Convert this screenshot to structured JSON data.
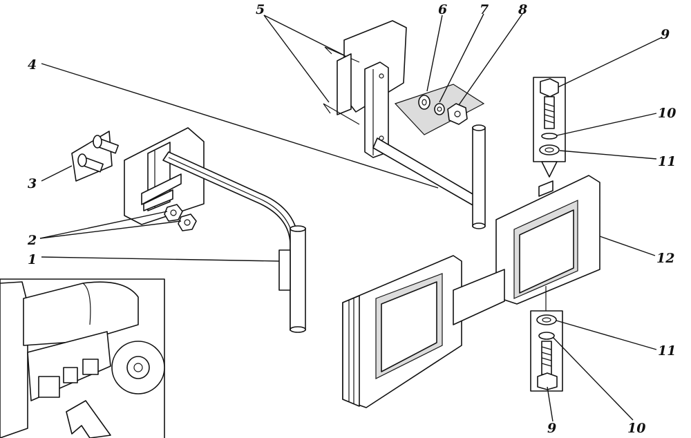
{
  "callouts": [
    {
      "id": "c1",
      "label": "1"
    },
    {
      "id": "c2",
      "label": "2"
    },
    {
      "id": "c3",
      "label": "3"
    },
    {
      "id": "c4",
      "label": "4"
    },
    {
      "id": "c5",
      "label": "5"
    },
    {
      "id": "c6",
      "label": "6"
    },
    {
      "id": "c7",
      "label": "7"
    },
    {
      "id": "c8",
      "label": "8"
    },
    {
      "id": "c9a",
      "label": "9"
    },
    {
      "id": "c10a",
      "label": "10"
    },
    {
      "id": "c11a",
      "label": "11"
    },
    {
      "id": "c12",
      "label": "12"
    },
    {
      "id": "c11b",
      "label": "11"
    },
    {
      "id": "c10b",
      "label": "10"
    },
    {
      "id": "c9b",
      "label": "9"
    }
  ]
}
